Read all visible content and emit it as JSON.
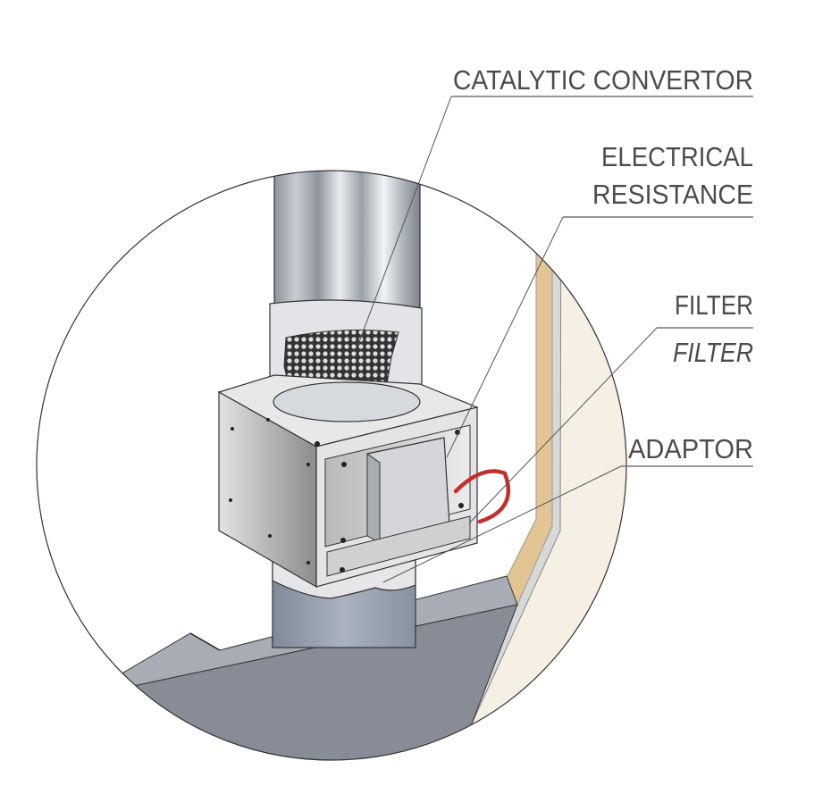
{
  "labels": {
    "catalytic": "CATALYTIC CONVERTOR",
    "electrical_line1": "ELECTRICAL",
    "electrical_line2": "RESISTANCE",
    "filter": "FILTER",
    "filter_italic": "FILTER",
    "adaptor": "ADAPTOR"
  },
  "colors": {
    "wall_insulation": "#e3c594",
    "wall_finish": "#f6f0e4",
    "roof": "#878c96",
    "wire": "#c3302b",
    "text": "#4b4b4b"
  }
}
